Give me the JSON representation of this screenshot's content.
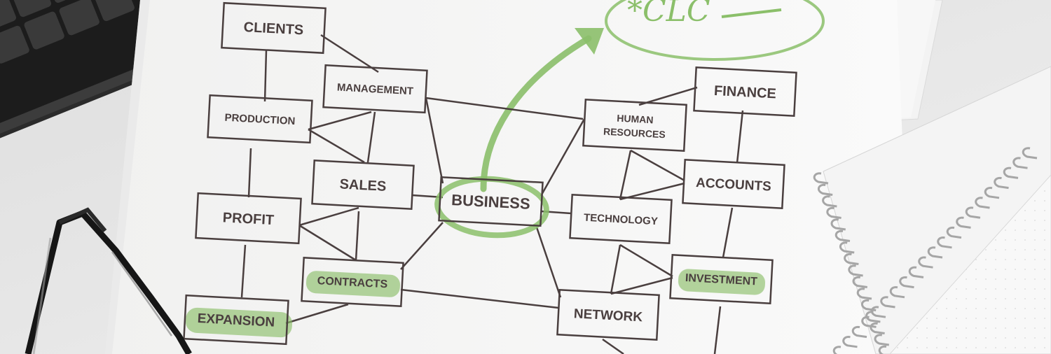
{
  "diagram": {
    "nodes": [
      {
        "id": "clients",
        "label": "CLIENTS",
        "highlight": false
      },
      {
        "id": "management",
        "label": "MANAGEMENT",
        "highlight": false
      },
      {
        "id": "production",
        "label": "PRODUCTION",
        "highlight": false
      },
      {
        "id": "sales",
        "label": "SALES",
        "highlight": false
      },
      {
        "id": "profit",
        "label": "PROFIT",
        "highlight": false
      },
      {
        "id": "contracts",
        "label": "CONTRACTS",
        "highlight": true
      },
      {
        "id": "expansion",
        "label": "EXPANSION",
        "highlight": true
      },
      {
        "id": "business",
        "label": "BUSINESS",
        "highlight": true
      },
      {
        "id": "human-resources",
        "label": "HUMAN RESOURCES",
        "highlight": false
      },
      {
        "id": "finance",
        "label": "FINANCE",
        "highlight": false
      },
      {
        "id": "accounts",
        "label": "ACCOUNTS",
        "highlight": false
      },
      {
        "id": "technology",
        "label": "TECHNOLOGY",
        "highlight": false
      },
      {
        "id": "investment",
        "label": "INVESTMENT",
        "highlight": true
      },
      {
        "id": "network",
        "label": "NETWORK",
        "highlight": false
      }
    ],
    "handwritten_note": "*CLC",
    "colors": {
      "ink": "#4a3f3f",
      "marker": "#8bbf6a",
      "paper": "#f6f6f5",
      "desk": "#e9e9e9"
    }
  },
  "props": [
    "keyboard",
    "eyeglasses",
    "spiral-notebook",
    "paper-stack"
  ]
}
